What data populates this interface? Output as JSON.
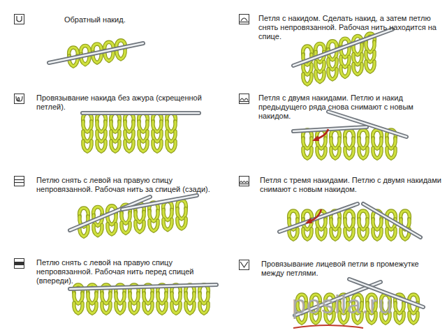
{
  "diagram": {
    "legend": [
      {
        "text": "Обратный накид."
      },
      {
        "text": "Провязывание накида без ажура (скрещенной петлей)."
      },
      {
        "text": "Петлю снять с левой на правую спицу непровязанной. Рабочая нить за спицей (сзади)."
      },
      {
        "text": "Петлю снять с левой на правую спицу непровязанной. Рабочая нить перед спицей (впереди)."
      },
      {
        "text": "Петля с накидом. Сделать накид, а затем петлю снять непровязанной. Рабочая нить находится на спице."
      },
      {
        "text": "Петля с двумя накидами. Петлю и накид предыдущего ряда снова снимают с новым накидом."
      },
      {
        "text": "Петля с тремя накидами. Петлю с двумя накидами снимают с новым накидом."
      },
      {
        "text": "Провязывание лицевой петли в промежутке между петлями."
      }
    ],
    "labels": [
      "posila.ru"
    ]
  }
}
